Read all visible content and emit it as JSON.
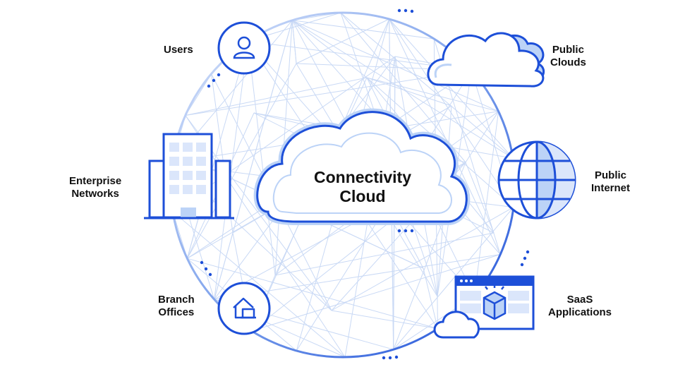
{
  "center": {
    "line1": "Connectivity",
    "line2": "Cloud"
  },
  "nodes": {
    "users": {
      "line1": "Users",
      "icon": "user-icon"
    },
    "public_clouds": {
      "line1": "Public",
      "line2": "Clouds",
      "icon": "cloud-icon"
    },
    "public_internet": {
      "line1": "Public",
      "line2": "Internet",
      "icon": "globe-icon"
    },
    "saas": {
      "line1": "SaaS",
      "line2": "Applications",
      "icon": "app-window-icon"
    },
    "branch": {
      "line1": "Branch",
      "line2": "Offices",
      "icon": "house-icon"
    },
    "enterprise": {
      "line1": "Enterprise",
      "line2": "Networks",
      "icon": "building-icon"
    }
  },
  "colors": {
    "primary": "#1d4fd8",
    "light_blue": "#bcd3f7",
    "pale_blue": "#e6efff",
    "mesh": "#c9d9f5",
    "text": "#111111"
  }
}
